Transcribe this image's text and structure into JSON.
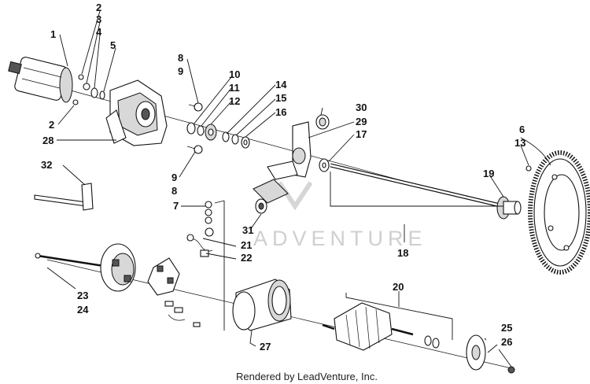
{
  "watermark": "ADVENTURE",
  "footer": "Rendered by LeadVenture, Inc.",
  "callouts": {
    "c1": "1",
    "c2a": "2",
    "c3": "3",
    "c4": "4",
    "c5": "5",
    "c2b": "2",
    "c28": "28",
    "c8a": "8",
    "c9a": "9",
    "c10": "10",
    "c11": "11",
    "c12": "12",
    "c14": "14",
    "c15": "15",
    "c16": "16",
    "c30": "30",
    "c29": "29",
    "c17": "17",
    "c6": "6",
    "c13": "13",
    "c32": "32",
    "c9b": "9",
    "c8b": "8",
    "c7": "7",
    "c19": "19",
    "c31": "31",
    "c21": "21",
    "c22": "22",
    "c18": "18",
    "c23": "23",
    "c24": "24",
    "c20": "20",
    "c27": "27",
    "c25": "25",
    "c26": "26"
  }
}
